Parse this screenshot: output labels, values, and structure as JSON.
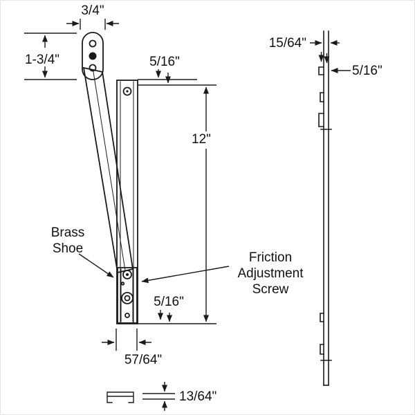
{
  "labels": {
    "dim_oval_width": "3/4\"",
    "dim_oval_height": "1-3/4\"",
    "dim_top_gap": "5/16\"",
    "dim_track_length": "12\"",
    "brass_shoe": "Brass\nShoe",
    "friction_screw": "Friction\nAdjustment\nScrew",
    "dim_bottom_gap": "5/16\"",
    "dim_track_width": "57/64\"",
    "dim_strip_thickness": "13/64\"",
    "dim_side_thickness": "15/64\"",
    "dim_side_depth": "5/16\""
  },
  "colors": {
    "line": "#1a1a1a",
    "background": "#ffffff",
    "border": "#e4e4e4"
  }
}
